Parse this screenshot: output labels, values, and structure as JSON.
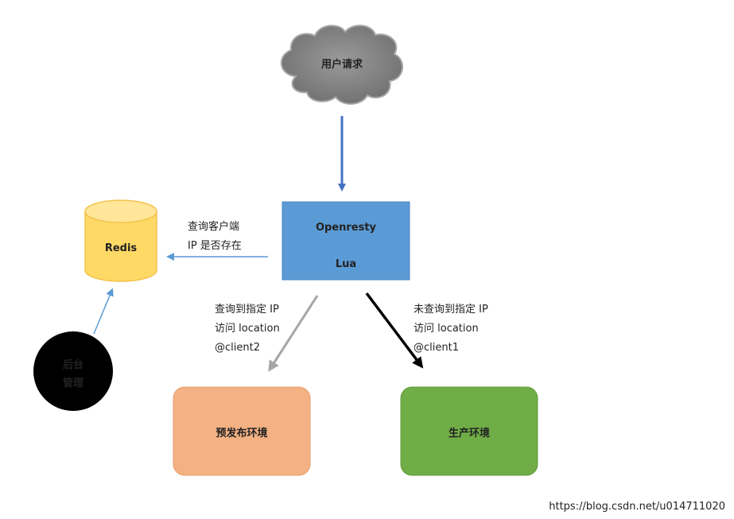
{
  "nodes": {
    "cloud": {
      "label": "用户请求",
      "fill": "#8c8c8c",
      "stroke": "#a6a6a6"
    },
    "openresty": {
      "line1": "Openresty",
      "line2": "Lua",
      "fill": "#5b9bd5",
      "stroke": "#4a86c0"
    },
    "redis": {
      "label": "Redis",
      "fill": "#ffd966",
      "stroke": "#f2c24e"
    },
    "admin": {
      "line1": "后台",
      "line2": "管理",
      "fill": "#000000"
    },
    "preprod": {
      "label": "预发布环境",
      "fill": "#f4b183",
      "stroke": "#e8a06c"
    },
    "prod": {
      "label": "生产环境",
      "fill": "#70ad47",
      "stroke": "#5f9a3a"
    }
  },
  "edges": {
    "request": {
      "color": "#4472c4"
    },
    "query": {
      "line1": "查询客户端",
      "line2": "IP 是否存在",
      "color": "#5b9bd5"
    },
    "admin_to_redis": {
      "color": "#5b9bd5"
    },
    "found": {
      "line1": "查询到指定 IP",
      "line2": "访问 location",
      "line3": "@client2",
      "color": "#a6a6a6"
    },
    "not_found": {
      "line1": "未查询到指定 IP",
      "line2": "访问 location",
      "line3": "@client1",
      "color": "#000000"
    }
  },
  "watermark": "https://blog.csdn.net/u014711020"
}
